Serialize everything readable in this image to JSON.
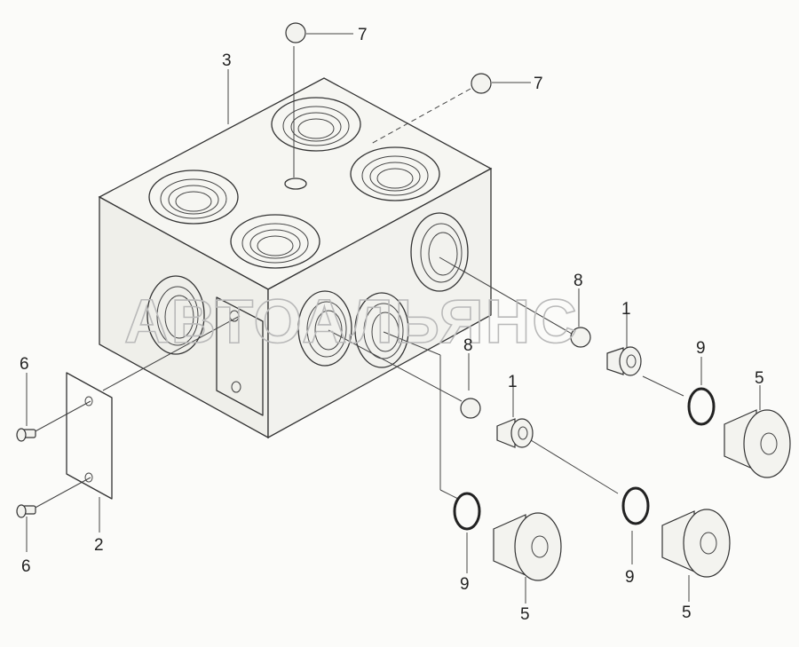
{
  "watermark": "АВТОАЛЬЯНС",
  "callouts": {
    "c3": "3",
    "c7a": "7",
    "c7b": "7",
    "c8a": "8",
    "c8b": "8",
    "c1a": "1",
    "c1b": "1",
    "c9a": "9",
    "c9b": "9",
    "c9c": "9",
    "c5a": "5",
    "c5b": "5",
    "c5c": "5",
    "c6a": "6",
    "c6b": "6",
    "c2": "2"
  }
}
